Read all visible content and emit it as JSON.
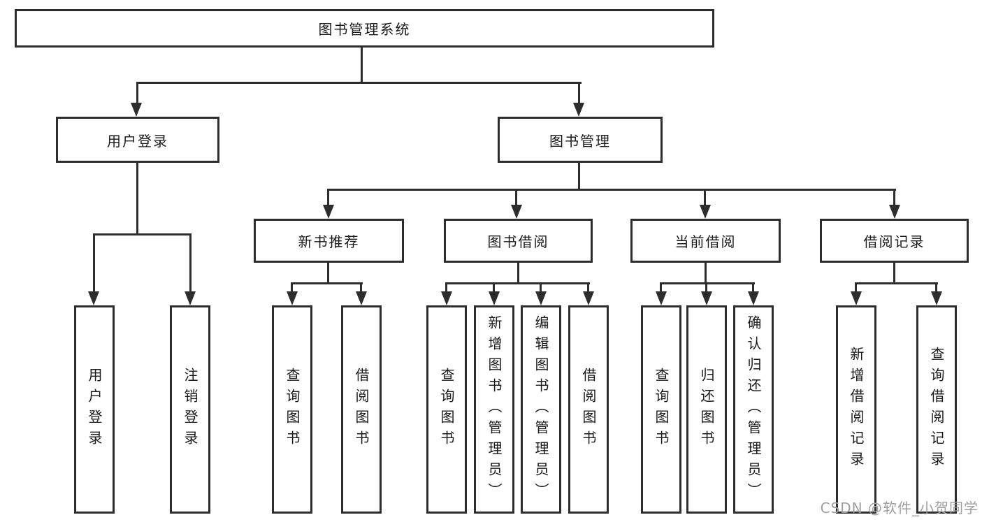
{
  "tree": {
    "label": "图书管理系统",
    "children": [
      {
        "label": "用户登录",
        "children": [
          {
            "label": "用户登录"
          },
          {
            "label": "注销登录"
          }
        ]
      },
      {
        "label": "图书管理",
        "children": [
          {
            "label": "新书推荐",
            "children": [
              {
                "label": "查询图书"
              },
              {
                "label": "借阅图书"
              }
            ]
          },
          {
            "label": "图书借阅",
            "children": [
              {
                "label": "查询图书"
              },
              {
                "label": "新增图书（管理员）"
              },
              {
                "label": "编辑图书（管理员）"
              },
              {
                "label": "借阅图书"
              }
            ]
          },
          {
            "label": "当前借阅",
            "children": [
              {
                "label": "查询图书"
              },
              {
                "label": "归还图书"
              },
              {
                "label": "确认归还（管理员）"
              }
            ]
          },
          {
            "label": "借阅记录",
            "children": [
              {
                "label": "新增借阅记录"
              },
              {
                "label": "查询借阅记录"
              }
            ]
          }
        ]
      }
    ]
  },
  "watermark": {
    "text": "CSDN @软件_小贺同学",
    "color": "#9e9e9e"
  },
  "colors": {
    "line": "#2d2d2d",
    "text": "#1a1a1a",
    "background": "#ffffff"
  }
}
